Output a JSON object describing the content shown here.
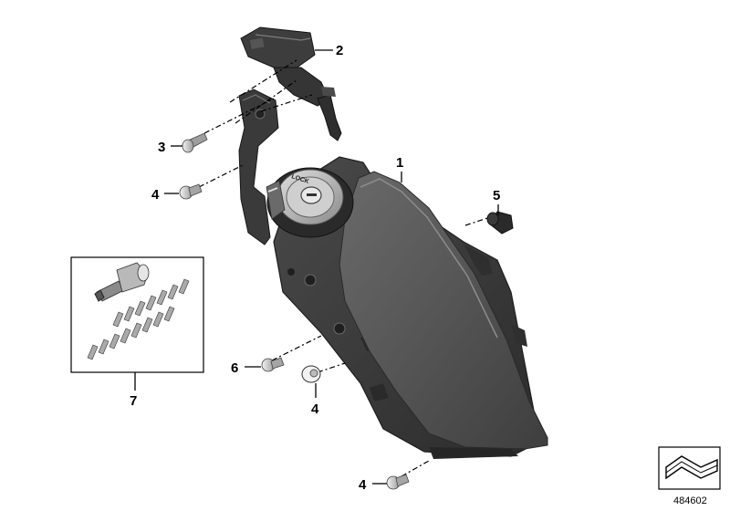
{
  "callouts": {
    "part_1": "1",
    "part_2": "2",
    "part_3": "3",
    "part_4_upper": "4",
    "part_4_middle": "4",
    "part_4_lower": "4",
    "part_5": "5",
    "part_6": "6",
    "part_7": "7"
  },
  "lock_text": "LOCK",
  "reference_number": "484602"
}
